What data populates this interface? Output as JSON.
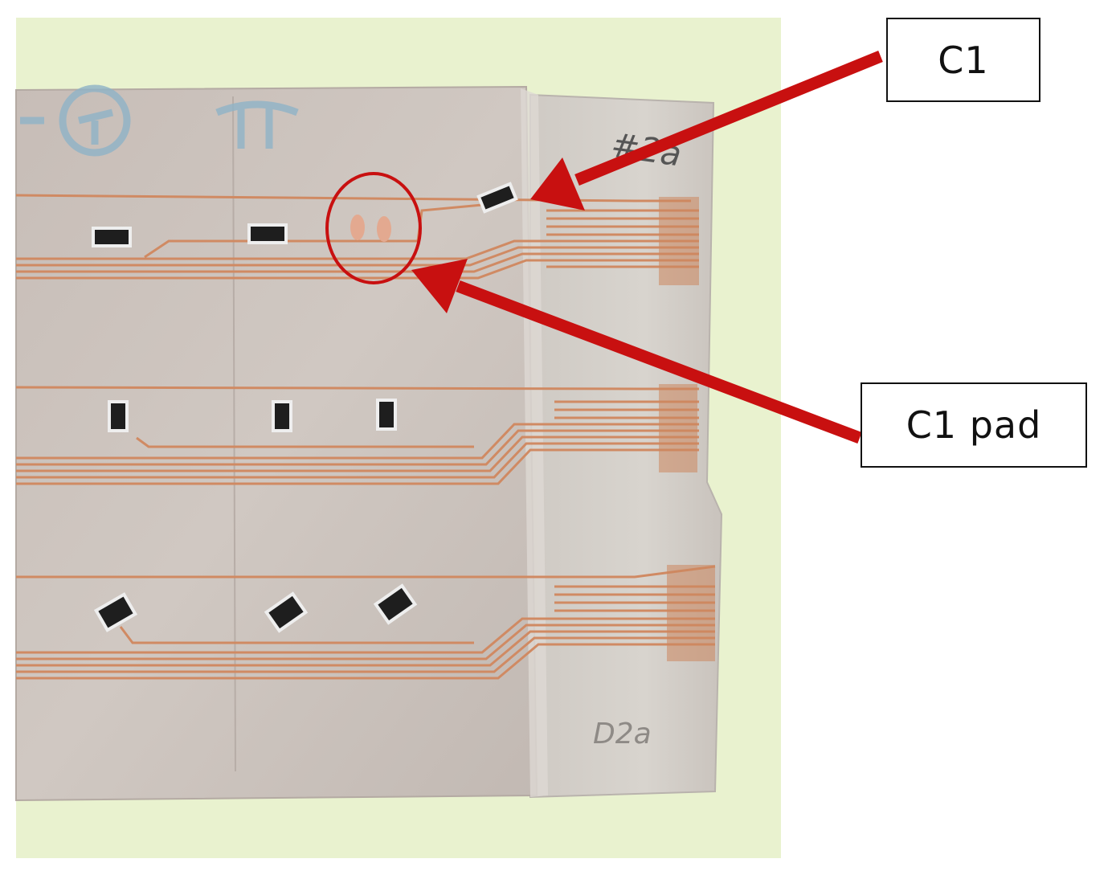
{
  "labels": {
    "c1": "C1",
    "c1_pad": "C1 pad"
  },
  "handwriting": {
    "top_right": "#2a",
    "bottom_right": "D2a"
  },
  "colors": {
    "background": "#e9f2cf",
    "sheet": "#cbc3bd",
    "trace": "#d08a63",
    "annotation": "#c81010",
    "chip": "#1e1e1e"
  }
}
